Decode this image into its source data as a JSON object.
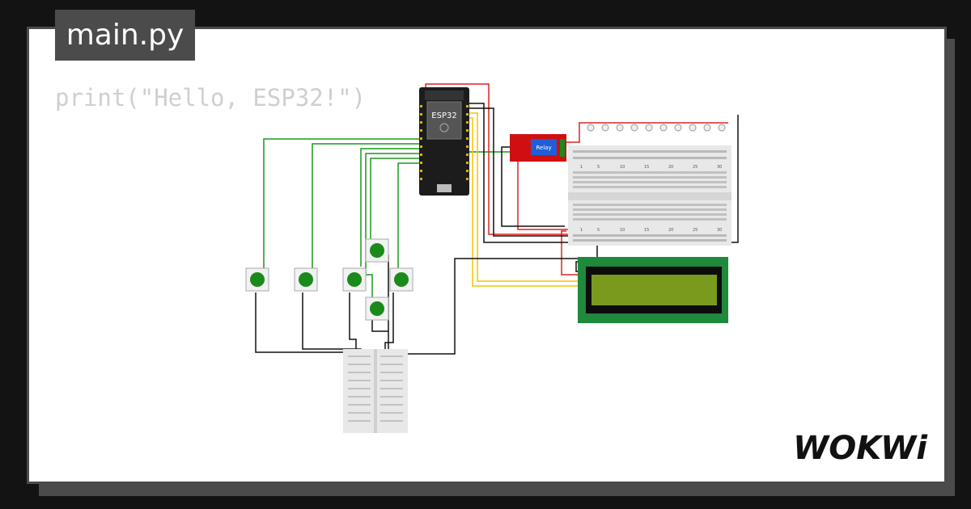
{
  "file_tab": {
    "label": "main.py"
  },
  "code": {
    "line1": "print(\"Hello, ESP32!\")"
  },
  "esp32": {
    "label": "ESP32"
  },
  "relay": {
    "label": "Relay"
  },
  "breadboard": {
    "top_numbers": [
      "1",
      "5",
      "10",
      "15",
      "20",
      "25",
      "30"
    ],
    "bottom_numbers": [
      "1",
      "5",
      "10",
      "15",
      "20",
      "25",
      "30"
    ]
  },
  "brand": {
    "logo": "WOKWi"
  },
  "colors": {
    "green_wire": "#1a9a1a",
    "red_wire": "#e02020",
    "yellow_wire": "#f5c400",
    "black_wire": "#111111",
    "lcd_pcb": "#1f8a3c",
    "lcd_screen": "#7a9a1e",
    "relay_board": "#d01010",
    "button_cap": "#1a8a1a"
  }
}
